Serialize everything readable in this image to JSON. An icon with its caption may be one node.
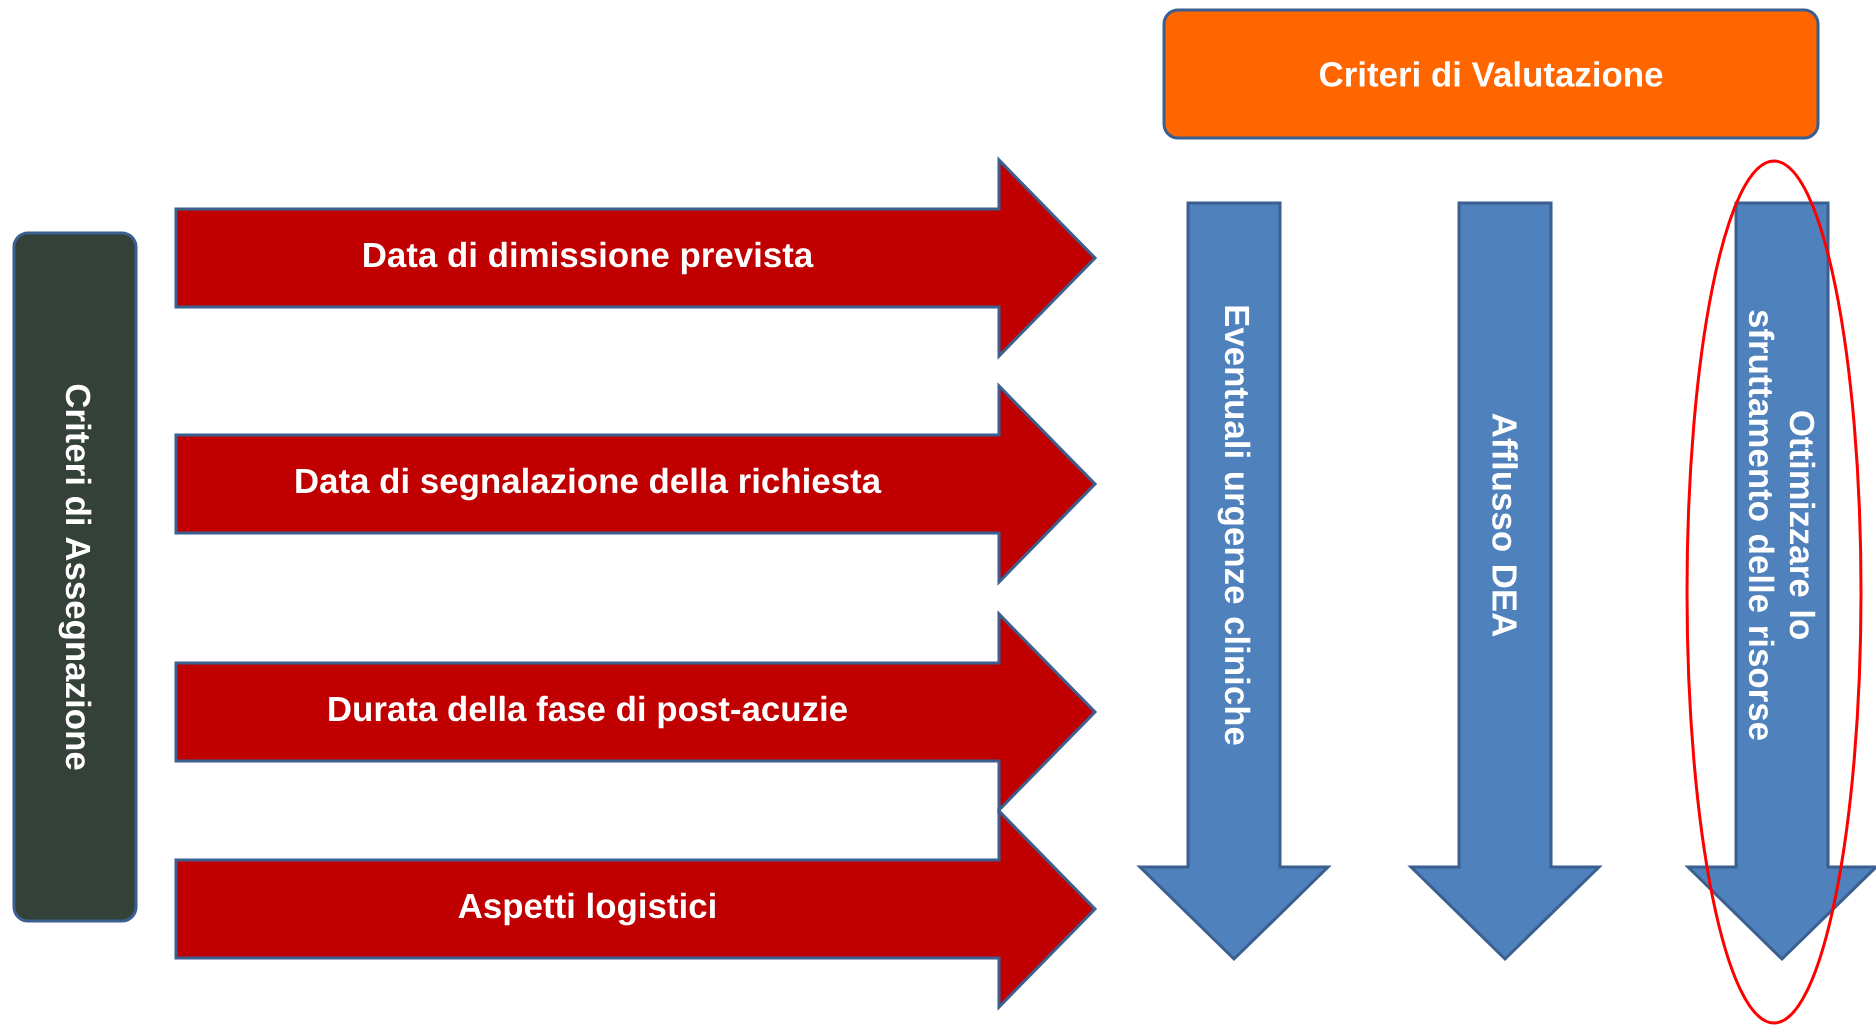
{
  "diagram": {
    "nodes": [
      {
        "text": [
          "Criteri di Valutazione"
        ]
      },
      {
        "text": [
          "Criteri di Assegnazione"
        ]
      },
      {
        "text": [
          "Data di dimissione prevista"
        ]
      },
      {
        "text": [
          "Data di segnalazione della richiesta"
        ]
      },
      {
        "text": [
          "Durata della fase di post-acuzie"
        ]
      },
      {
        "text": [
          "Aspetti logistici"
        ]
      },
      {
        "text": [
          "Eventuali urgenze cliniche"
        ]
      },
      {
        "text": [
          "Afflusso DEA"
        ]
      },
      {
        "text": [
          "Ottimizzare lo sfruttamento delle risorse"
        ]
      }
    ]
  }
}
